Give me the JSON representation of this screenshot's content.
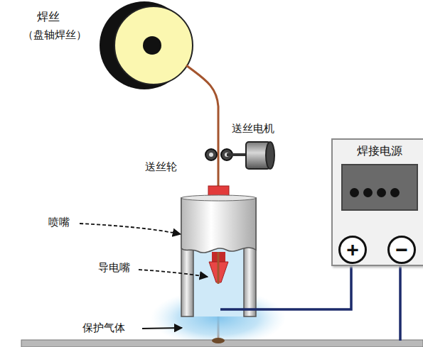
{
  "diagram": {
    "nodes": [
      {
        "text": [
          "焊接电源"
        ]
      },
      {
        "text": [
          "+"
        ],
        "in": 0
      },
      {
        "text": [
          "−"
        ],
        "in": 0
      }
    ],
    "labels": [
      "焊丝",
      "（盘轴焊丝）",
      "送丝电机",
      "送丝轮",
      "喷嘴",
      "导电嘴",
      "保护气体"
    ]
  }
}
